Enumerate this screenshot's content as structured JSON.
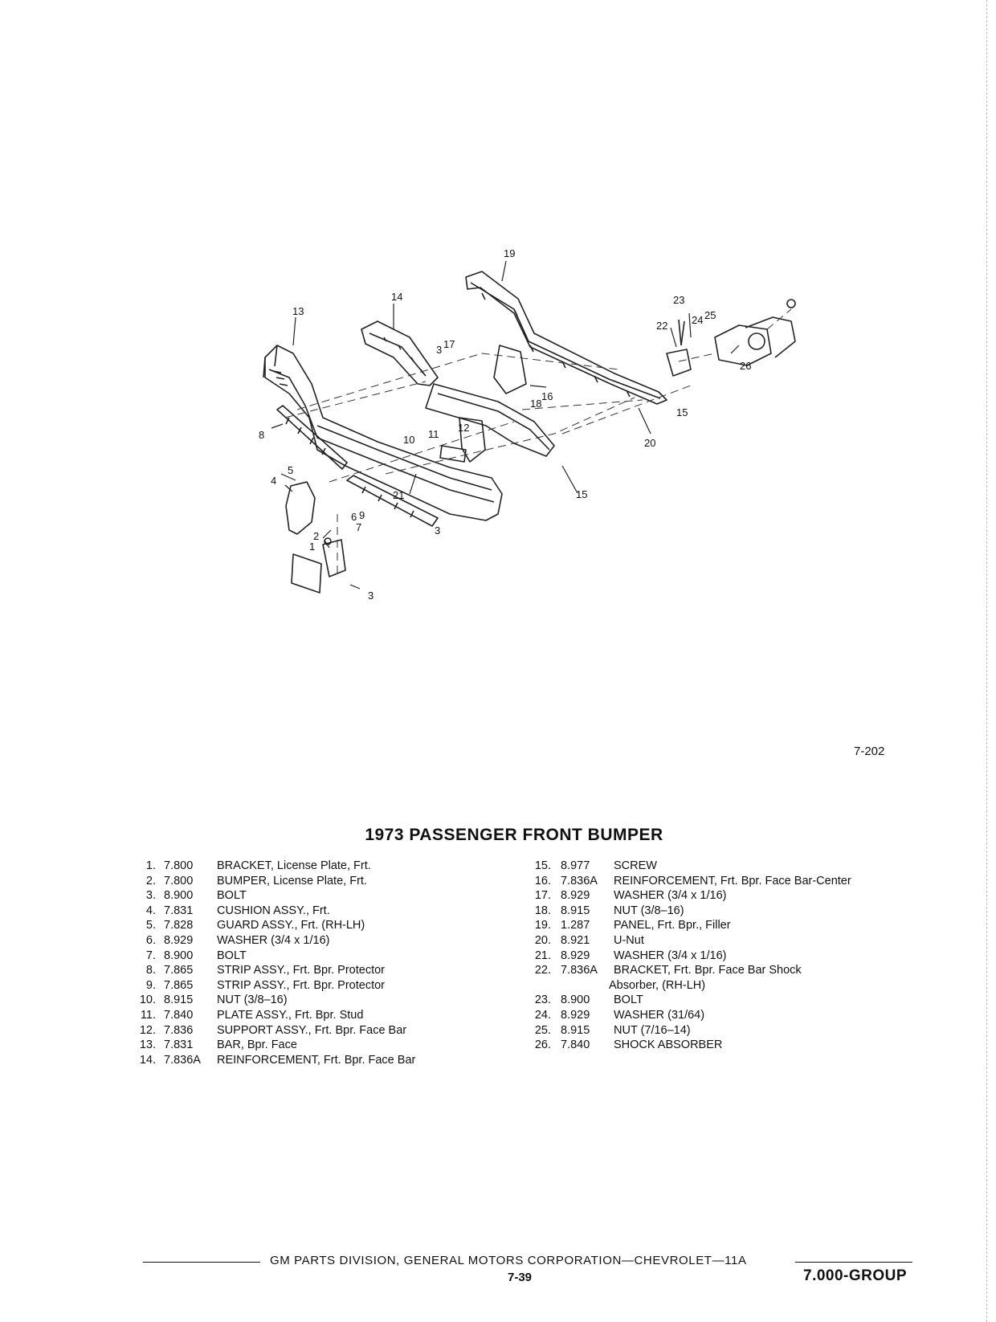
{
  "figure_number": "7-202",
  "title": "1973 PASSENGER FRONT BUMPER",
  "callouts": [
    "19",
    "14",
    "13",
    "17",
    "3",
    "23",
    "24",
    "25",
    "22",
    "26",
    "16",
    "18",
    "15",
    "8",
    "10",
    "11",
    "12",
    "20",
    "15",
    "5",
    "4",
    "21",
    "6",
    "7",
    "9",
    "3",
    "2",
    "1",
    "3"
  ],
  "parts_left": [
    {
      "num": "1.",
      "code": "7.800",
      "desc": "BRACKET, License Plate, Frt."
    },
    {
      "num": "2.",
      "code": "7.800",
      "desc": "BUMPER, License Plate, Frt."
    },
    {
      "num": "3.",
      "code": "8.900",
      "desc": "BOLT"
    },
    {
      "num": "4.",
      "code": "7.831",
      "desc": "CUSHION ASSY., Frt."
    },
    {
      "num": "5.",
      "code": "7.828",
      "desc": "GUARD ASSY., Frt. (RH-LH)"
    },
    {
      "num": "6.",
      "code": "8.929",
      "desc": "WASHER (3/4 x 1/16)"
    },
    {
      "num": "7.",
      "code": "8.900",
      "desc": "BOLT"
    },
    {
      "num": "8.",
      "code": "7.865",
      "desc": "STRIP ASSY., Frt. Bpr. Protector"
    },
    {
      "num": "9.",
      "code": "7.865",
      "desc": "STRIP ASSY., Frt. Bpr. Protector"
    },
    {
      "num": "10.",
      "code": "8.915",
      "desc": "NUT (3/8–16)"
    },
    {
      "num": "11.",
      "code": "7.840",
      "desc": "PLATE ASSY., Frt. Bpr. Stud"
    },
    {
      "num": "12.",
      "code": "7.836",
      "desc": "SUPPORT ASSY., Frt. Bpr. Face Bar"
    },
    {
      "num": "13.",
      "code": "7.831",
      "desc": "BAR, Bpr. Face"
    },
    {
      "num": "14.",
      "code": "7.836A",
      "desc": "REINFORCEMENT, Frt. Bpr. Face Bar"
    }
  ],
  "parts_right": [
    {
      "num": "15.",
      "code": "8.977",
      "desc": "SCREW"
    },
    {
      "num": "16.",
      "code": "7.836A",
      "desc": "REINFORCEMENT, Frt. Bpr. Face Bar-Center"
    },
    {
      "num": "17.",
      "code": "8.929",
      "desc": "WASHER (3/4 x 1/16)"
    },
    {
      "num": "18.",
      "code": "8.915",
      "desc": "NUT (3/8–16)"
    },
    {
      "num": "19.",
      "code": "1.287",
      "desc": "PANEL, Frt. Bpr., Filler"
    },
    {
      "num": "20.",
      "code": "8.921",
      "desc": "U-Nut"
    },
    {
      "num": "21.",
      "code": "8.929",
      "desc": "WASHER (3/4 x 1/16)"
    },
    {
      "num": "22.",
      "code": "7.836A",
      "desc": "BRACKET, Frt. Bpr. Face Bar Shock",
      "desc2": "Absorber, (RH-LH)"
    },
    {
      "num": "23.",
      "code": "8.900",
      "desc": "BOLT"
    },
    {
      "num": "24.",
      "code": "8.929",
      "desc": "WASHER (31/64)"
    },
    {
      "num": "25.",
      "code": "8.915",
      "desc": "NUT (7/16–14)"
    },
    {
      "num": "26.",
      "code": "7.840",
      "desc": "SHOCK ABSORBER"
    }
  ],
  "footer": {
    "text": "GM PARTS DIVISION, GENERAL MOTORS CORPORATION—CHEVROLET—11A",
    "page": "7-39",
    "group": "7.000-GROUP"
  }
}
